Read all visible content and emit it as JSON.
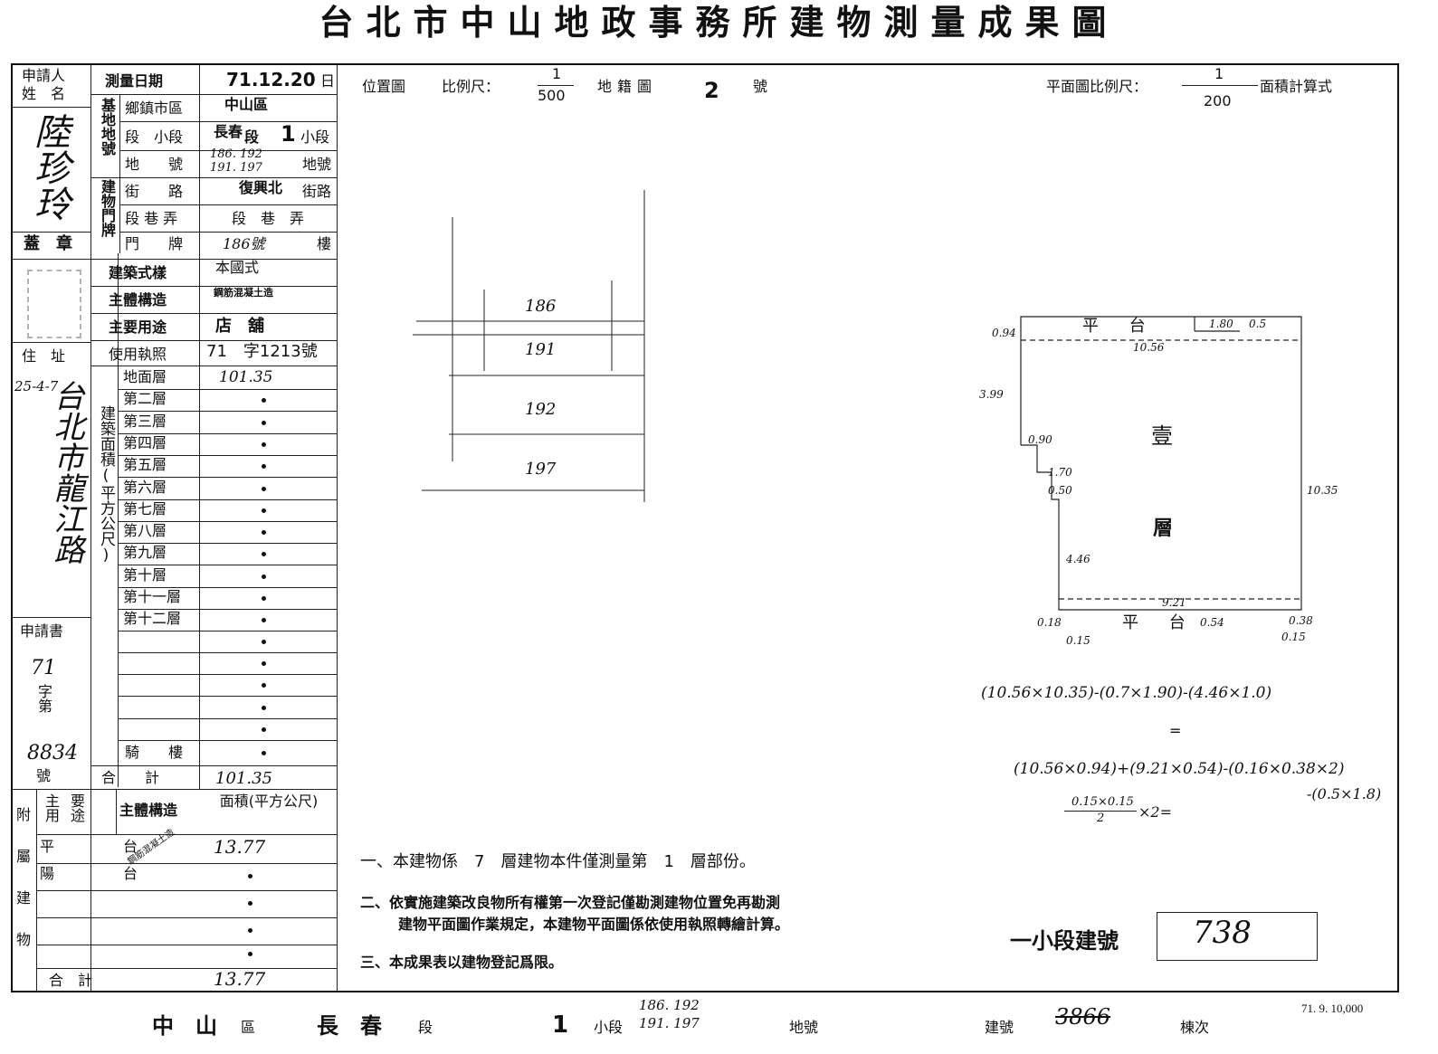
{
  "title": "台北市中山地政事務所建物測量成果圖",
  "left_panel": {
    "applicant_label_1": "申請人",
    "applicant_label_2": "姓　名",
    "applicant_name": "陸珍玲",
    "seal_label": "蓋　章",
    "address_label": "住　址",
    "address_value": "台北市龍江路",
    "address_note": "25-4-7",
    "application_label": "申請書",
    "application_year": "71",
    "application_char": "字第",
    "application_no": "8834",
    "application_suffix": "號"
  },
  "info": {
    "survey_date_label": "測量日期",
    "survey_date_value": "71.12.20",
    "survey_date_suffix": "日",
    "base_group": "基地地號",
    "district_label": "鄉鎮市區",
    "district_value": "中山區",
    "section_label": "段　小段",
    "section_value": "長春",
    "section_mid": "段",
    "subsection_value": "1",
    "subsection_suffix": "小段",
    "lot_label": "地　　號",
    "lot_values_1": "186. 192",
    "lot_values_2": "191. 197",
    "lot_suffix": "地號",
    "door_group": "建物門牌",
    "street_label": "街　　路",
    "street_value": "復興北",
    "street_suffix": "街路",
    "lane_label": "段 巷 弄",
    "lane_value": "段　巷　弄",
    "door_label": "門　　牌",
    "door_value": "186號",
    "door_suffix": "樓",
    "style_label": "建築式樣",
    "style_value": "本國式",
    "structure_label": "主體構造",
    "structure_value": "鋼筋混凝土造",
    "usage_label": "主要用途",
    "usage_value": "店　舖",
    "permit_label": "使用執照",
    "permit_value": "71　字1213號"
  },
  "floors": {
    "group_label": "建築面積(平方公尺)",
    "rows": [
      {
        "label": "地面層",
        "value": "101.35"
      },
      {
        "label": "第二層",
        "value": "•"
      },
      {
        "label": "第三層",
        "value": "•"
      },
      {
        "label": "第四層",
        "value": "•"
      },
      {
        "label": "第五層",
        "value": "•"
      },
      {
        "label": "第六層",
        "value": "•"
      },
      {
        "label": "第七層",
        "value": "•"
      },
      {
        "label": "第八層",
        "value": "•"
      },
      {
        "label": "第九層",
        "value": "•"
      },
      {
        "label": "第十層",
        "value": "•"
      },
      {
        "label": "第十一層",
        "value": "•"
      },
      {
        "label": "第十二層",
        "value": "•"
      }
    ],
    "arcade_label": "騎　　樓",
    "total_label": "合　　計",
    "total_value": "101.35"
  },
  "annex": {
    "group_label": "附屬建物",
    "col_usage": "主要用途",
    "col_structure": "主體構造",
    "col_area": "面積(平方公尺)",
    "rows": [
      {
        "label": "平　台",
        "value": "13.77"
      },
      {
        "label": "陽　台",
        "value": "•"
      }
    ],
    "structure_value": "鋼筋混凝土造",
    "total_label": "合　計",
    "total_value": "13.77"
  },
  "header_row": {
    "location_label": "位置圖",
    "scale_label": "比例尺：",
    "scale_num": "1",
    "scale_den": "500",
    "cadastral_label": "地籍圖",
    "cadastral_no": "2",
    "cadastral_suffix": "號",
    "plan_scale_label": "平面圖比例尺：",
    "plan_scale_num": "1",
    "plan_scale_den": "200",
    "area_formula_label": "面積計算式"
  },
  "location_map": {
    "lots": [
      "186",
      "191",
      "192",
      "197"
    ]
  },
  "floor_plan": {
    "platform_top": "平 台",
    "platform_bottom": "平 台",
    "floor_char_1": "壹",
    "floor_char_2": "層",
    "dims": [
      "0.94",
      "1.80",
      "0.5",
      "10.56",
      "3.99",
      "0.90",
      "1.70",
      "0.50",
      "10.35",
      "4.46",
      "9.21",
      "0.18",
      "0.54",
      "0.38",
      "0.15",
      "0.15"
    ]
  },
  "formulas": [
    "(10.56×10.35)-(0.7×1.90)-(4.46×1.0)",
    "=",
    "(10.56×0.94)+(9.21×0.54)-(0.16×0.38×2)",
    "-(0.5×1.8)",
    "0.15×0.15",
    "2",
    "×2="
  ],
  "notes": [
    "一、本建物係　7　層建物本件僅測量第　1　層部份。",
    "二、依實施建築改良物所有權第一次登記僅勘測建物位置免再勘測",
    "建物平面圖作業規定，本建物平面圖係依使用執照轉繪計算。",
    "三、本成果表以建物登記爲限。"
  ],
  "building_no": {
    "label": "一小段建號",
    "value": "738"
  },
  "footer": {
    "district": "中　山",
    "district_suffix": "區",
    "section": "長　春",
    "section_suffix": "段",
    "subsection": "1",
    "subsection_suffix": "小段",
    "lots_1": "186. 192",
    "lots_2": "191. 197",
    "lot_suffix": "地號",
    "building_label": "建號",
    "building_value": "3866",
    "building_suffix": "棟次",
    "print_stamp": "71. 9. 10,000"
  }
}
